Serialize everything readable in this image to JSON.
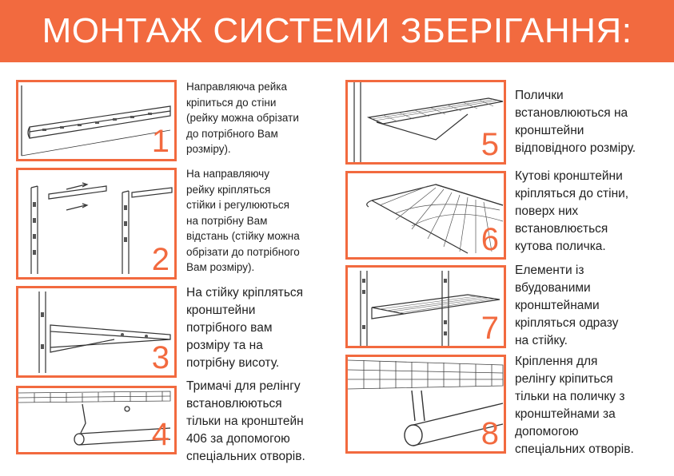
{
  "title": "МОНТАЖ СИСТЕМИ ЗБЕРІГАННЯ:",
  "accent_color": "#f26a3f",
  "steps": [
    {
      "number": "1",
      "lines": [
        "Направляюча рейка",
        "кріпиться до стіни",
        "(рейку можна обрізати",
        "до потрібного Вам",
        "розміру)."
      ]
    },
    {
      "number": "2",
      "lines": [
        "На направляючу",
        "рейку кріпляться",
        "стійки і регулюються",
        "на потрібну Вам",
        "відстань (стійку можна",
        "обрізати до потрібного",
        "Вам розміру)."
      ]
    },
    {
      "number": "3",
      "lines": [
        "На стійку кріпляться",
        "кронштейни",
        "потрібного вам",
        "розміру та на",
        "потрібну висоту."
      ]
    },
    {
      "number": "4",
      "lines": [
        "Тримачі для релінгу",
        "встановлюються",
        "тільки на кронштейн",
        "406 за допомогою",
        "спеціальних отворів."
      ]
    },
    {
      "number": "5",
      "lines": [
        "Полички",
        "встановлюються на",
        "кронштейни",
        "відповідного розміру."
      ]
    },
    {
      "number": "6",
      "lines": [
        "Кутові кронштейни",
        "кріпляться до стіни,",
        "поверх них",
        "встановлюється",
        "кутова поличка."
      ]
    },
    {
      "number": "7",
      "lines": [
        "Елементи із",
        "вбудованими",
        "кронштейнами",
        "кріпляться одразу",
        "на стійку."
      ]
    },
    {
      "number": "8",
      "lines": [
        "Кріплення для",
        "релінгу кріпиться",
        "тільки на поличку з",
        "кронштейнами за",
        "допомогою",
        "спеціальних отворів."
      ]
    }
  ]
}
